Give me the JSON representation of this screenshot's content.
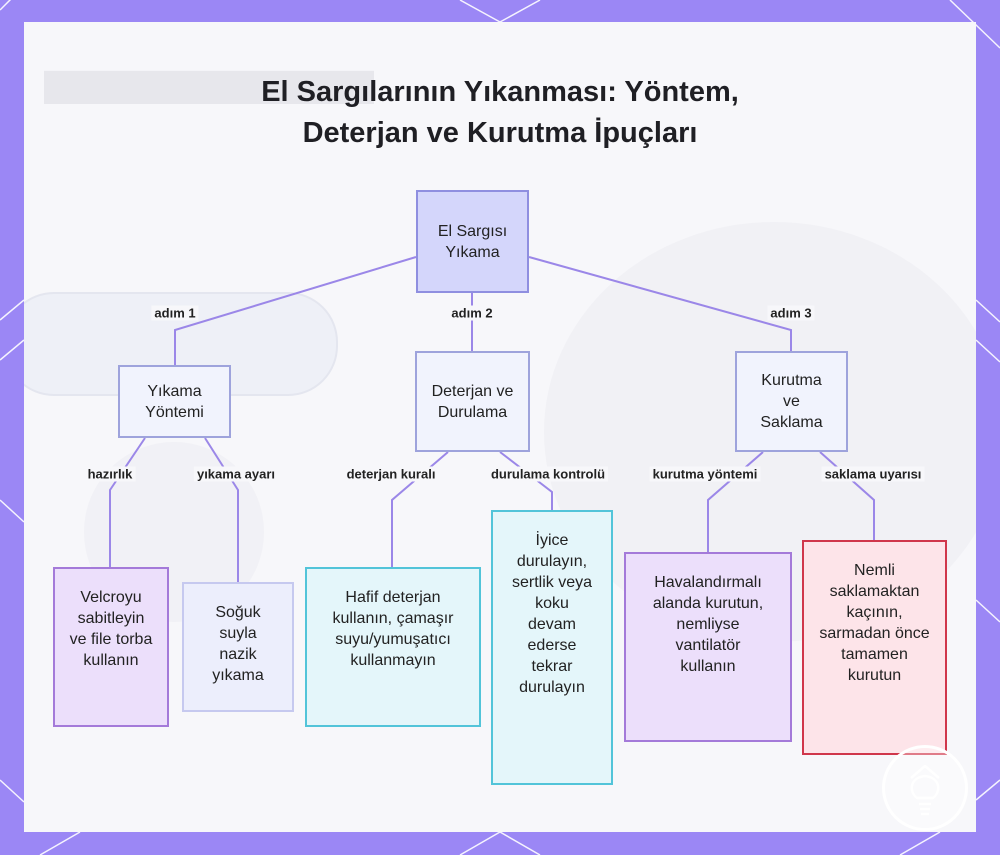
{
  "title": {
    "line1": "El Sargılarının Yıkanması: Yöntem,",
    "line2": "Deterjan ve Kurutma İpuçları"
  },
  "nodes": {
    "root": "El Sargısı Yıkama",
    "wash_method": "Yıkama Yöntemi",
    "detergent_rinse": "Deterjan ve Durulama",
    "dry_store": "Kurutma ve Saklama",
    "velcro": "Velcroyu sabitleyin ve file torba kullanın",
    "cold_water": "Soğuk suyla nazik yıkama",
    "mild_detergent": "Hafif deterjan kullanın, çamaşır suyu/yumuşatıcı kullanmayın",
    "rinse_well": "İyice durulayın, sertlik veya koku devam ederse tekrar durulayın",
    "ventilated": "Havalandırmalı alanda kurutun, nemliyse vantilatör kullanın",
    "avoid_damp": "Nemli saklamaktan kaçının, sarmadan önce tamamen kurutun"
  },
  "edges": {
    "step1": "adım 1",
    "step2": "adım 2",
    "step3": "adım 3",
    "prep": "hazırlık",
    "wash_setting": "yıkama ayarı",
    "detergent_rule": "deterjan kuralı",
    "rinse_check": "durulama kontrolü",
    "dry_method": "kurutma yöntemi",
    "storage_warning": "saklama uyarısı"
  },
  "colors": {
    "frame": "#9b87f5",
    "edge": "#9b87e8",
    "root_fill": "#d4d6fb",
    "leaf_purple": "#ecdffb",
    "leaf_cyan": "#e4f6fa",
    "leaf_pink": "#fde4e9"
  },
  "icons": {
    "badge": "lightbulb-brain-badge-icon"
  }
}
